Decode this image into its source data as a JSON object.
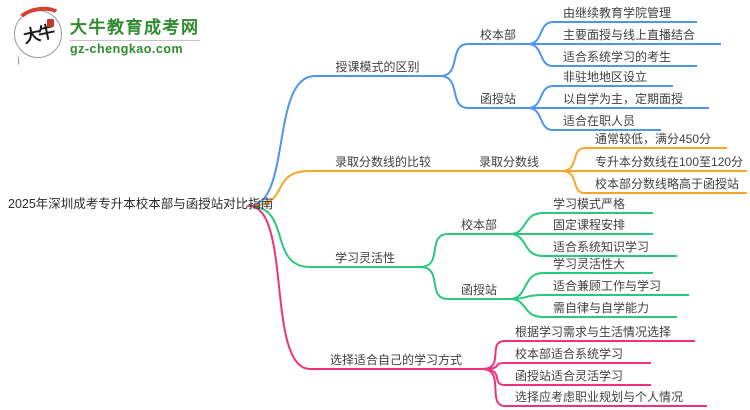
{
  "logo": {
    "badge_text": "大牛",
    "title": "大牛教育成考网",
    "domain": "gz-chengkao.com",
    "brand_green": "#2e8b2e",
    "badge_red": "#d6402e"
  },
  "central": {
    "title": "2025年深圳成考专升本校本部与函授站对比指南"
  },
  "palette": {
    "branch1_blue": "#4d96e8",
    "branch2_orange": "#f7a62b",
    "branch3_green": "#2bc77f",
    "branch4_pink": "#f2317c",
    "node_text": "#3f3f3f"
  },
  "branches": [
    {
      "label": "授课模式的区别",
      "color": "#4d96e8",
      "children": [
        {
          "label": "校本部",
          "leaves": [
            "由继续教育学院管理",
            "主要面授与线上直播结合",
            "适合系统学习的考生"
          ]
        },
        {
          "label": "函授站",
          "leaves": [
            "非驻地地区设立",
            "以自学为主，定期面授",
            "适合在职人员"
          ]
        }
      ]
    },
    {
      "label": "录取分数线的比较",
      "color": "#f7a62b",
      "children": [
        {
          "label": "录取分数线",
          "leaves": [
            "通常较低，满分450分",
            "专升本分数线在100至120分",
            "校本部分数线略高于函授站"
          ]
        }
      ]
    },
    {
      "label": "学习灵活性",
      "color": "#2bc77f",
      "children": [
        {
          "label": "校本部",
          "leaves": [
            "学习模式严格",
            "固定课程安排",
            "适合系统知识学习"
          ]
        },
        {
          "label": "函授站",
          "leaves": [
            "学习灵活性大",
            "适合兼顾工作与学习",
            "需自律与自学能力"
          ]
        }
      ]
    },
    {
      "label": "选择适合自己的学习方式",
      "color": "#f2317c",
      "leaves": [
        "根据学习需求与生活情况选择",
        "校本部适合系统学习",
        "函授站适合灵活学习",
        "选择应考虑职业规划与个人情况"
      ]
    }
  ]
}
